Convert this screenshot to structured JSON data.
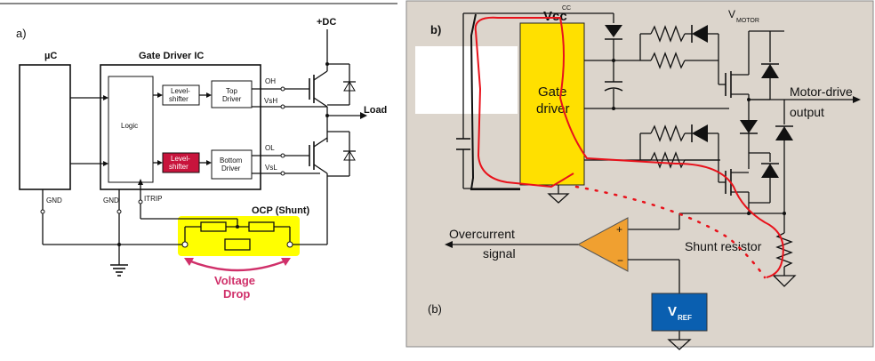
{
  "panel_a": {
    "tag": "a)",
    "uc_label": "µC",
    "gate_ic_label": "Gate Driver IC",
    "logic_label": "Logic",
    "level_shifter_top_l1": "Level-",
    "level_shifter_top_l2": "shifter",
    "level_shifter_bot_l1": "Level-",
    "level_shifter_bot_l2": "shifter",
    "top_driver_l1": "Top",
    "top_driver_l2": "Driver",
    "bottom_driver_l1": "Bottom",
    "bottom_driver_l2": "Driver",
    "pin_oh": "OH",
    "pin_vsh": "VsH",
    "pin_ol": "OL",
    "pin_vsl": "VsL",
    "gnd_uc": "GND",
    "gnd_ic": "GND",
    "itrip": "ITRIP",
    "ocp_label": "OCP (Shunt)",
    "dc_label": "+DC",
    "load_label": "Load",
    "voltage_drop_l1": "Voltage",
    "voltage_drop_l2": "Drop",
    "colors": {
      "level_shifter_red": "#c8143c",
      "shunt_highlight": "#ffff00",
      "voltage_drop": "#d0306a"
    }
  },
  "panel_b": {
    "tag": "b)",
    "tag_bottom": "(b)",
    "vcc_label": "Vcc",
    "vcc_sub": "CC",
    "vmotor_label": "V",
    "vmotor_sub": "MOTOR",
    "gate_driver_l1": "Gate",
    "gate_driver_l2": "driver",
    "motor_output_l1": "Motor-drive",
    "motor_output_l2": "output",
    "overcurrent_l1": "Overcurrent",
    "overcurrent_l2": "signal",
    "shunt_label": "Shunt resistor",
    "vref_label": "V",
    "vref_sub": "REF",
    "comp_plus": "+",
    "comp_minus": "−",
    "colors": {
      "background": "#dcd5cc",
      "gate_driver": "#ffe000",
      "comparator": "#f0a030",
      "vref_box": "#0a5fb0",
      "annotation": "#e8121b"
    }
  }
}
